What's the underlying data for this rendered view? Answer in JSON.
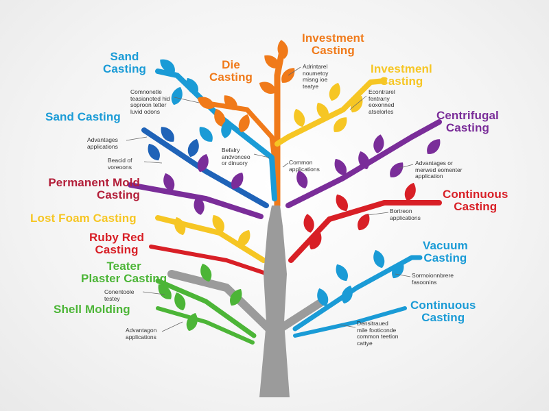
{
  "colors": {
    "trunk": "#9b9b9b",
    "orange": "#f07a1a",
    "yellow": "#f6c624",
    "teal": "#1a9bd6",
    "purple": "#7a2d99",
    "red": "#d81f26",
    "green": "#4cb537",
    "blue": "#1f63b8",
    "crimson": "#b31f3a"
  },
  "labels": {
    "investment_top": [
      "Investment",
      "Casting"
    ],
    "die": [
      "Die",
      "Casting"
    ],
    "investment_mid": [
      "Investmenl",
      "Casting"
    ],
    "sand_top": [
      "Sand",
      "Casting"
    ],
    "sand": [
      "Sand Casting"
    ],
    "centrifugal": [
      "Centrifugal",
      "Casting"
    ],
    "permanent": [
      "Permanent Mold",
      "Casting"
    ],
    "continuous_top": [
      "Continuous",
      "Casting"
    ],
    "lost_foam": [
      "Lost Foam Casting"
    ],
    "ruby": [
      "Ruby Red",
      "Casting"
    ],
    "vacuum": [
      "Vacuum",
      "Casting"
    ],
    "teater": [
      "Teater",
      "Plaster Casting"
    ],
    "shell": [
      "Shell Molding"
    ],
    "continuous_bottom": [
      "Continuous",
      "Casting"
    ]
  },
  "notes": {
    "n1": [
      "Adrintarel",
      "noumetoy",
      "misng ioe",
      "teatye"
    ],
    "n2": [
      "Comnonetle",
      "teasianoted hid",
      "soproon tetter",
      "luvid odons"
    ],
    "n3": [
      "Econtrarel",
      "fentrany",
      "eoxonned",
      "atselorles"
    ],
    "n4": [
      "Advantages",
      "applications"
    ],
    "n5": [
      "Befalry",
      "andvonceo",
      "or dinuory"
    ],
    "n6": [
      "Common",
      "applications"
    ],
    "n7": [
      "Beacid of",
      "voreoons"
    ],
    "n8": [
      "Advantages or",
      "merwed eomenter",
      "application"
    ],
    "n9": [
      "Bortreon",
      "applications"
    ],
    "n10": [
      "Sormoionnbrere",
      "fasoonins"
    ],
    "n11": [
      "Conentoole",
      "testey"
    ],
    "n12": [
      "Advantagon",
      "applications"
    ],
    "n13": [
      "Densitraued",
      "mile footiconde",
      "common teetion",
      "cattye"
    ]
  }
}
